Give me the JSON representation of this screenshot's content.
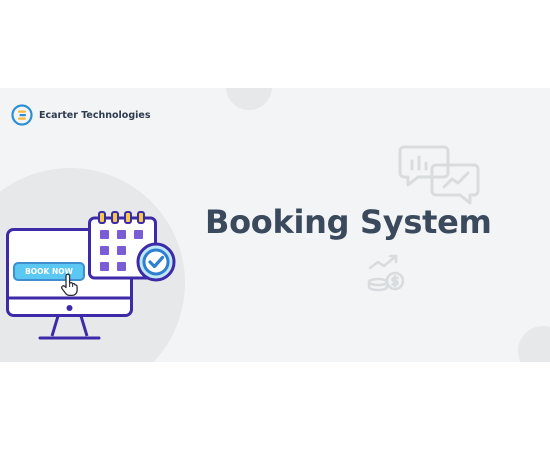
{
  "brand": {
    "name": "Ecarter Technologies",
    "logo_icon": "ecarter-logo-icon"
  },
  "hero": {
    "title": "Booking System"
  },
  "illustration": {
    "button_label": "BOOK NOW",
    "icons": [
      "monitor-icon",
      "calendar-icon",
      "checkmark-badge-icon",
      "hand-cursor-icon",
      "chat-chart-icon",
      "money-growth-icon"
    ]
  },
  "colors": {
    "stage_background": "#f3f4f5",
    "title_text": "#3a4a5c",
    "outline_purple": "#3d2aa8",
    "calendar_cells": "#7a5cd6",
    "accent_yellow": "#f6c84b",
    "button_blue": "#5ac8f2",
    "check_blue": "#2f7fd1"
  }
}
